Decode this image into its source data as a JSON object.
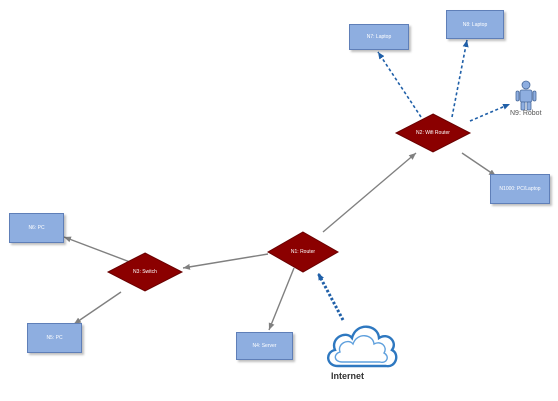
{
  "nodes": {
    "n1": "N1: Router",
    "n2": "N2: Wifi Router",
    "n3": "N3: Switch",
    "n4": "N4: Server",
    "n5": "N5: PC",
    "n6": "N6: PC",
    "n7": "N7: Laptop",
    "n8": "N8: Laptop",
    "n9": "N9: Robot",
    "n1000": "N1000: PC/Laptop"
  },
  "internet": "Internet",
  "colors": {
    "router": "#8b0000",
    "device": "#8eaee0",
    "solid_link": "#808080",
    "wifi_link": "#1f5fa8"
  }
}
